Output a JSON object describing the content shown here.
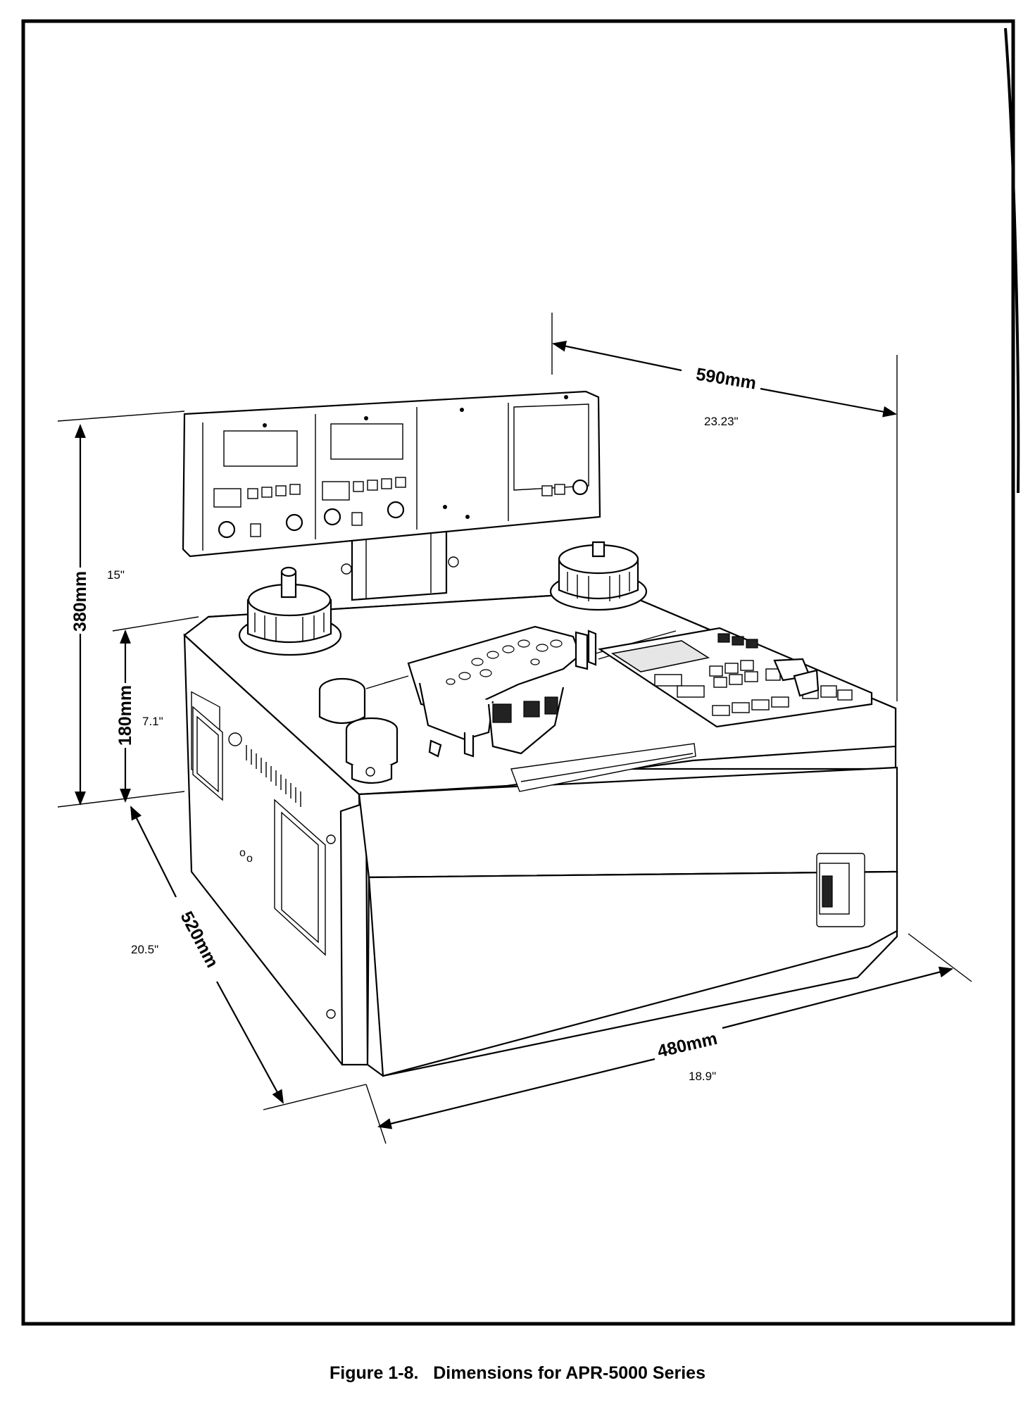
{
  "dimensions": {
    "width_front": {
      "metric": "480mm",
      "imperial": "18.9\""
    },
    "depth": {
      "metric": "520mm",
      "imperial": "20.5\""
    },
    "width_top": {
      "metric": "590mm",
      "imperial": "23.23\""
    },
    "height_total": {
      "metric": "380mm",
      "imperial": "15\""
    },
    "height_base": {
      "metric": "180mm",
      "imperial": "7.1\""
    }
  },
  "caption": "Figure 1-8.   Dimensions for APR-5000 Series"
}
